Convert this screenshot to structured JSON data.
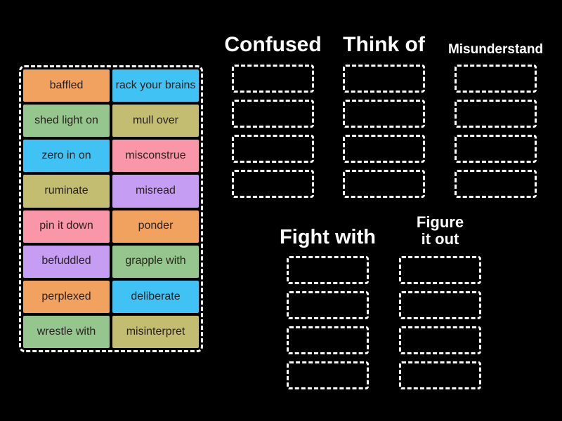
{
  "colors": {
    "background": "#000000",
    "slot_border": "#ffffff",
    "header_text": "#ffffff",
    "tile_text": "#2b2220",
    "orange": "#f2a25f",
    "blue": "#40c2f4",
    "green": "#94c68d",
    "olive": "#c2bd71",
    "pink": "#f996a7",
    "purple": "#c59df3"
  },
  "tile_bank": {
    "tiles": [
      {
        "label": "baffled",
        "color": "orange"
      },
      {
        "label": "rack your brains",
        "color": "blue"
      },
      {
        "label": "shed light on",
        "color": "green"
      },
      {
        "label": "mull over",
        "color": "olive"
      },
      {
        "label": "zero in on",
        "color": "blue"
      },
      {
        "label": "misconstrue",
        "color": "pink"
      },
      {
        "label": "ruminate",
        "color": "olive"
      },
      {
        "label": "misread",
        "color": "purple"
      },
      {
        "label": "pin it down",
        "color": "pink"
      },
      {
        "label": "ponder",
        "color": "orange"
      },
      {
        "label": "befuddled",
        "color": "purple"
      },
      {
        "label": "grapple with",
        "color": "green"
      },
      {
        "label": "perplexed",
        "color": "orange"
      },
      {
        "label": "deliberate",
        "color": "blue"
      },
      {
        "label": "wrestle with",
        "color": "green"
      },
      {
        "label": "misinterpret",
        "color": "olive"
      }
    ]
  },
  "categories": [
    {
      "label": "Confused",
      "slots": 4
    },
    {
      "label": "Think of",
      "slots": 4
    },
    {
      "label": "Misunderstand",
      "slots": 4
    },
    {
      "label": "Fight with",
      "slots": 4
    },
    {
      "label": "Figure\nit out",
      "slots": 4
    }
  ]
}
